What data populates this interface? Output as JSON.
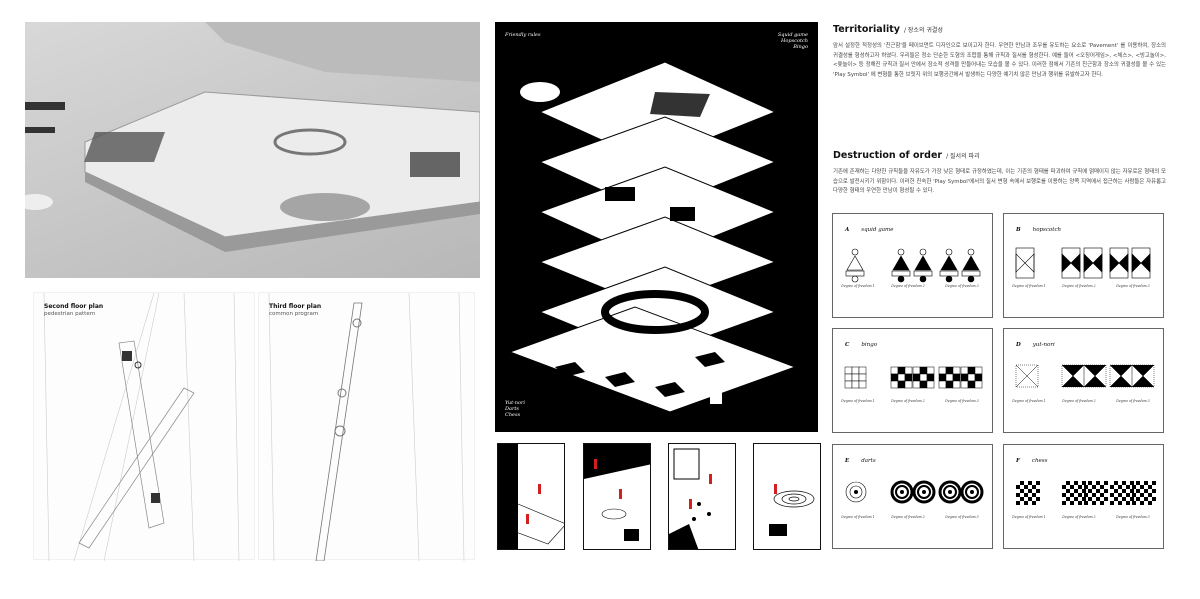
{
  "poster": {
    "top_left": "Friendly rules",
    "top_right": [
      "Squid game",
      "Hopscotch",
      "Bingo"
    ],
    "bottom_left": [
      "Yut-nori",
      "Darts",
      "Chess"
    ]
  },
  "plans": [
    {
      "title": "Second floor plan",
      "subtitle": "pedestrian pattern"
    },
    {
      "title": "Third floor plan",
      "subtitle": "common program"
    }
  ],
  "sections": [
    {
      "title": "Territoriality",
      "subtitle": "/  장소의 귀결성",
      "body": "앞서 설정한 적정성의 '친근함'을 페이브먼트 디자인으로 보이고자 한다. 우연한 만남과 조우를 유도하는 요소로 'Pavement' 를 이용하여, 장소의 귀결성를 형성하고자 하였다. 우리들은 정소 단순한 도형의 조합을 통해 규칙과 질서를 형성한다. 예를 들어 <오징어게임>, <체스>, <빙고놀이>, <윷놀이> 등 정해진 규칙과 질서 안에서 장소적 성격을 만들어내는 모습을 볼 수 있다. 이러한 점에서 기존의 친근함과 장소의 귀결성을 볼 수 있는 'Play Symbol' 에 변형을 통한 브릿지 위의 보행공간에서 발생하는 다양한 예기치 않은 만남과 행위를 유발하고자 한다."
    },
    {
      "title": "Destruction of order",
      "subtitle": "/  질서의 파괴",
      "body": "기존에 존재하는 다양한 규칙들을 자유도가 가장 낮은 형태로 규정하였는데, 이는 기존의 형태를 파괴하여 규칙에 얽매이지 않는 자유로운 형태의 모습으로 발전시키기 위함이다. 이러한 친숙한 'Play Symbol'에서의 질서 변형 속에서 보행로를 이용하는 양쪽 지역에서 접근하는 사람들은 자유롭고 다양한 형태의 우연한 만남이 형성될 수 있다."
    }
  ],
  "cards": [
    {
      "letter": "A",
      "name": "squid game",
      "captions": [
        "Degree of freedom 1",
        "Degree of freedom 2",
        "Degree of freedom 3"
      ]
    },
    {
      "letter": "B",
      "name": "hopscotch",
      "captions": [
        "Degree of freedom 1",
        "Degree of freedom 2",
        "Degree of freedom 3"
      ]
    },
    {
      "letter": "C",
      "name": "bingo",
      "captions": [
        "Degree of freedom 1",
        "Degree of freedom 2",
        "Degree of freedom 3"
      ]
    },
    {
      "letter": "D",
      "name": "yut-nori",
      "captions": [
        "Degree of freedom 1",
        "Degree of freedom 2",
        "Degree of freedom 3"
      ]
    },
    {
      "letter": "E",
      "name": "darts",
      "captions": [
        "Degree of freedom 1",
        "Degree of freedom 2",
        "Degree of freedom 3"
      ]
    },
    {
      "letter": "F",
      "name": "chess",
      "captions": [
        "Degree of freedom 1",
        "Degree of freedom 2",
        "Degree of freedom 3"
      ]
    }
  ],
  "colors": {
    "accent": "#d21f1f",
    "ink": "#000000"
  }
}
